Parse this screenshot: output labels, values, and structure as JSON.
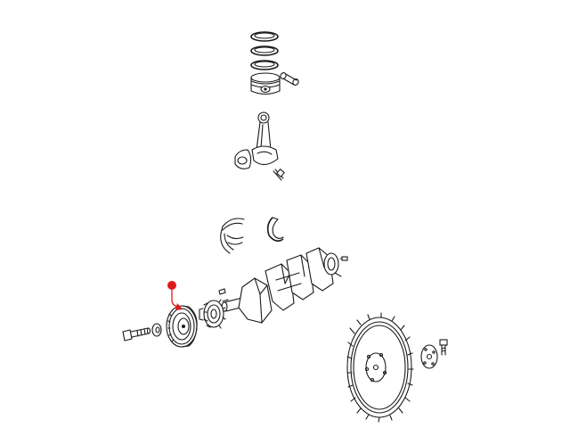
{
  "diagram": {
    "parts": [
      {
        "id": "piston-rings",
        "interactive": false
      },
      {
        "id": "piston-pin",
        "interactive": false
      },
      {
        "id": "piston",
        "interactive": false
      },
      {
        "id": "connecting-rod",
        "interactive": false
      },
      {
        "id": "rod-bearing-shell",
        "interactive": false
      },
      {
        "id": "rod-bolt",
        "interactive": false
      },
      {
        "id": "main-bearing-shells",
        "interactive": false
      },
      {
        "id": "thrust-washer",
        "interactive": false
      },
      {
        "id": "crankshaft",
        "interactive": false
      },
      {
        "id": "timing-sprocket",
        "interactive": false
      },
      {
        "id": "crank-key",
        "interactive": false
      },
      {
        "id": "vibration-damper",
        "highlighted": true
      },
      {
        "id": "damper-washer",
        "interactive": false
      },
      {
        "id": "damper-bolt",
        "interactive": false
      },
      {
        "id": "flywheel",
        "interactive": false
      },
      {
        "id": "flywheel-plate",
        "interactive": false
      },
      {
        "id": "flywheel-bolt",
        "interactive": false
      }
    ],
    "callout": {
      "color": "#e0191b",
      "target": "vibration-damper"
    }
  }
}
